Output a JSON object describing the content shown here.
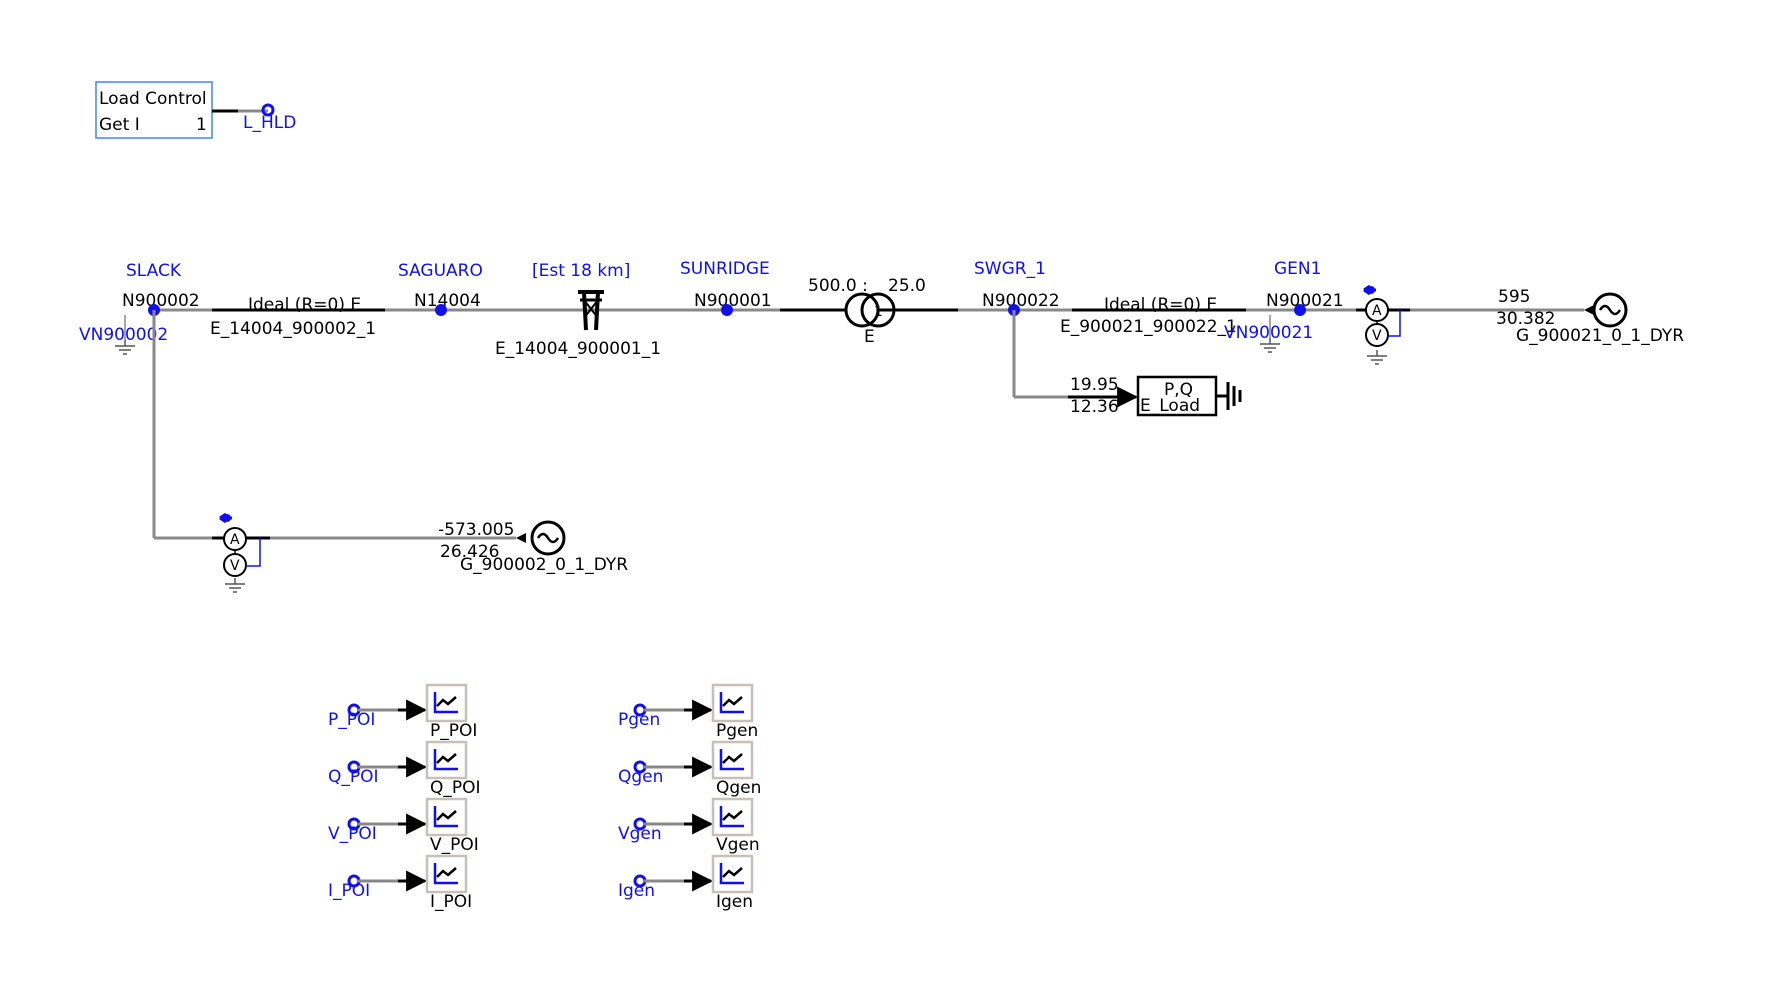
{
  "load_control": {
    "title": "Load Control",
    "get_label": "Get I",
    "value": "1",
    "signal": "L_HLD"
  },
  "buses": {
    "slack": {
      "name": "SLACK",
      "node": "N900002",
      "vnode": "VN900002"
    },
    "saguaro": {
      "name": "SAGUARO",
      "node": "N14004"
    },
    "est": {
      "name": "[Est 18 km]"
    },
    "sunridge": {
      "name": "SUNRIDGE",
      "node": "N900001"
    },
    "swgr": {
      "name": "SWGR_1",
      "node": "N900022"
    },
    "gen1": {
      "name": "GEN1",
      "node": "N900021",
      "vnode": "VN900021"
    }
  },
  "branches": {
    "b1": {
      "label": "Ideal (R=0) E",
      "name": "E_14004_900002_1"
    },
    "line": {
      "name": "E_14004_900001_1"
    },
    "xfmr": {
      "ratio_left": "500.0 :",
      "ratio_right": "25.0",
      "name": "E"
    },
    "b2": {
      "label": "Ideal (R=0) E",
      "name": "E_900021_900022_1"
    }
  },
  "load": {
    "p": "19.95",
    "q": "12.36",
    "label_top": "P,Q",
    "label_bottom": "E_Load"
  },
  "gen_right": {
    "p": "595",
    "q": "30.382",
    "name": "G_900021_0_1_DYR"
  },
  "gen_left": {
    "p": "-573.005",
    "q": "26.426",
    "name": "G_900002_0_1_DYR"
  },
  "meters": {
    "ammeter": "A",
    "voltmeter": "V"
  },
  "plots": {
    "poi": [
      {
        "signal": "P_POI",
        "label": "P_POI"
      },
      {
        "signal": "Q_POI",
        "label": "Q_POI"
      },
      {
        "signal": "V_POI",
        "label": "V_POI"
      },
      {
        "signal": "I_POI",
        "label": "I_POI"
      }
    ],
    "gen": [
      {
        "signal": "Pgen",
        "label": "Pgen"
      },
      {
        "signal": "Qgen",
        "label": "Qgen"
      },
      {
        "signal": "Vgen",
        "label": "Vgen"
      },
      {
        "signal": "Igen",
        "label": "Igen"
      }
    ]
  },
  "colors": {
    "wire": "#888888",
    "bus": "#000000",
    "accent": "#1010ee",
    "box": "#4a90e2"
  }
}
